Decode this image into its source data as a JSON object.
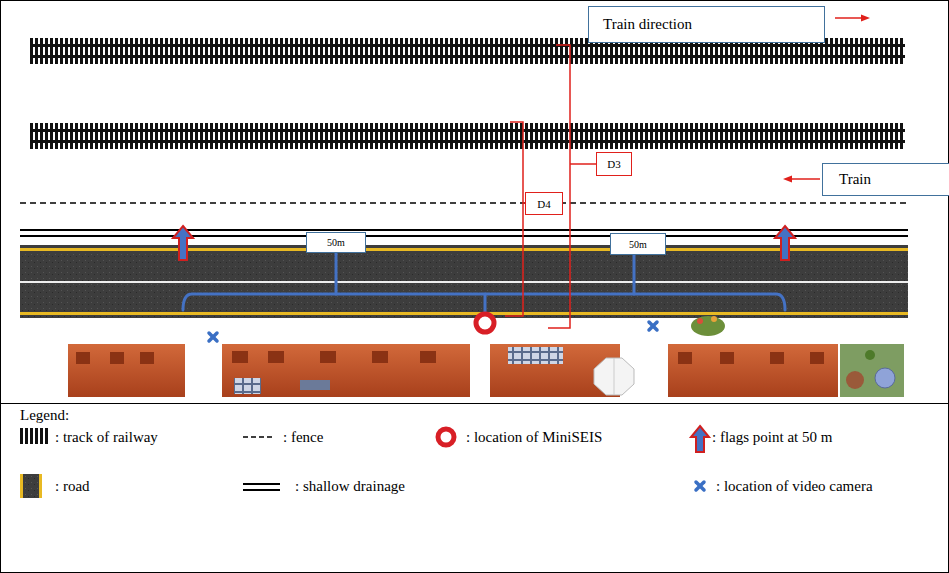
{
  "diagram": {
    "nodes": [
      {
        "text": [
          "Train direction"
        ]
      },
      {
        "text": [
          "D3"
        ]
      },
      {
        "text": [
          "Train"
        ]
      },
      {
        "text": [
          "D4"
        ]
      },
      {
        "text": [
          "50m"
        ]
      },
      {
        "text": [
          "50m"
        ]
      }
    ],
    "labels": [
      "Legend:"
    ],
    "legend": [
      {
        "text": ": track of railway"
      },
      {
        "text": ": fence"
      },
      {
        "text": ": location of MiniSEIS"
      },
      {
        "text": ": flags point at 50 m"
      },
      {
        "text": ": road"
      },
      {
        "text": ": shallow drainage"
      },
      {
        "text": ": location of video camera"
      }
    ]
  }
}
